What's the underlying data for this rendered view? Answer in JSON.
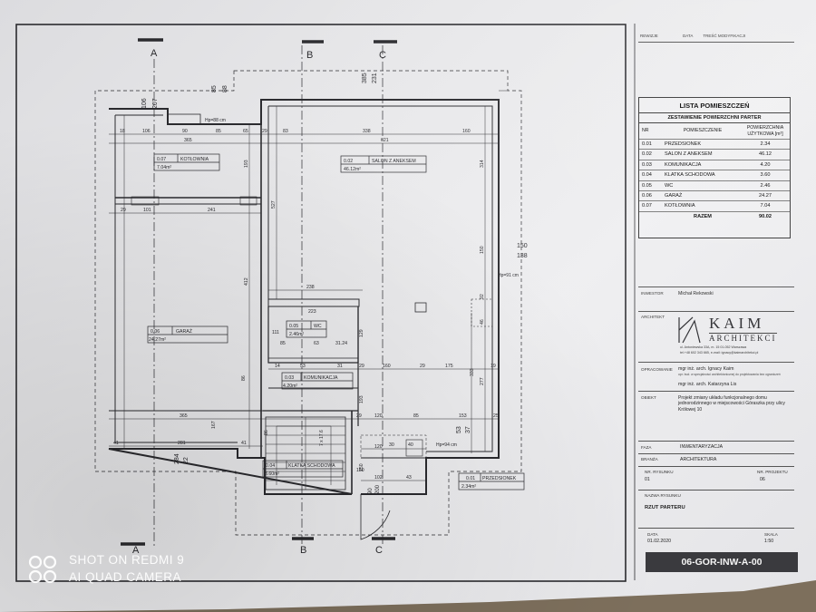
{
  "title_block": {
    "header_labels": [
      "REWIZJE",
      "DATA",
      "TREŚĆ MODYFIKACJI"
    ],
    "room_list_title": "LISTA POMIESZCZEŃ",
    "room_list_subtitle": "ZESTAWIENIE POWIERZCHNI PARTER",
    "col_nr": "NR",
    "col_room": "POMIESZCZENIE",
    "col_area_1": "POWIERZCHNIA",
    "col_area_2": "UŻYTKOWA [m²]",
    "rooms": [
      {
        "nr": "0.01",
        "name": "PRZEDSIONEK",
        "area": "2.34"
      },
      {
        "nr": "0.02",
        "name": "SALON Z ANEKSEM",
        "area": "46.12"
      },
      {
        "nr": "0.03",
        "name": "KOMUNIKACJA",
        "area": "4.20"
      },
      {
        "nr": "0.04",
        "name": "KLATKA SCHODOWA",
        "area": "3.60"
      },
      {
        "nr": "0.05",
        "name": "WC",
        "area": "2.46"
      },
      {
        "nr": "0.06",
        "name": "GARAŻ",
        "area": "24.27"
      },
      {
        "nr": "0.07",
        "name": "KOTŁOWNIA",
        "area": "7.04"
      }
    ],
    "total_label": "RAZEM",
    "total_value": "90.02",
    "investor_label": "INWESTOR",
    "investor_value": "Michał Rekowski",
    "architect_label": "ARCHITEKT",
    "logo_top": "KAIM",
    "logo_bottom": "ARCHITEKCI",
    "logo_address": "ul. Antoniewska 33A, m. 15      01-052 Warszawa",
    "logo_contact": "tel.+48 602 343 665, e-mail: ignacy@kaimarchitekci.pl",
    "prepared_label": "OPRACOWANIE",
    "prepared_1": "mgr inż. arch. Ignacy Kaim",
    "prepared_2": "upr. bud. w specjalności architektonicznej do projektowania bez ograniczeń",
    "prepared_3": "mgr inż. arch. Katarzyna Lis",
    "object_label": "OBIEKT",
    "object_value": "Projekt zmiany układu funkcjonalnego domu jednorodzinnego w miejscowości Góraszka przy ulicy Królowej 10",
    "phase_label": "FAZA",
    "phase_value": "INWENTARYZACJA",
    "branch_label": "BRANŻA",
    "branch_value": "ARCHITEKTURA",
    "drawing_no_label": "NR. RYSUNKU",
    "drawing_no_value": "01",
    "project_no_label": "NR. PROJEKTU",
    "project_no_value": "06",
    "drawing_name_label": "NAZWA RYSUNKU",
    "drawing_name_value": "RZUT PARTERU",
    "date_label": "DATA",
    "date_value": "01.02.2020",
    "scale_label": "SKALA",
    "scale_value": "1:50",
    "drawing_code": "06-GOR-INW-A-00"
  },
  "plan": {
    "section_marks": [
      "A",
      "B",
      "C",
      "A",
      "B",
      "C"
    ],
    "room_tags": [
      {
        "nr": "0.07",
        "name": "KOTŁOWNIA",
        "area": "7.04m²"
      },
      {
        "nr": "0.02",
        "name": "SALON Z ANEKSEM",
        "area": "46.12m²"
      },
      {
        "nr": "0.06",
        "name": "GARAŻ",
        "area": "24.27m²"
      },
      {
        "nr": "0.05",
        "name": "WC",
        "area": "2.46m²"
      },
      {
        "nr": "0.03",
        "name": "KOMUNIKACJA",
        "area": "4.20m²"
      },
      {
        "nr": "0.04",
        "name": "KLATKA SCHODOWA",
        "area": "3.60m²"
      },
      {
        "nr": "0.01",
        "name": "PRZEDSIONEK",
        "area": "2.34m²"
      }
    ],
    "dims_top": [
      "18",
      "106",
      "90",
      "85",
      "65",
      "29",
      "83",
      "338",
      "160"
    ],
    "dims_row2": [
      "365",
      "621"
    ],
    "dims_misc": [
      "29",
      "101",
      "241",
      "238",
      "223",
      "111",
      "85",
      "63",
      "31.24",
      "14",
      "53",
      "31",
      "29",
      "160",
      "29",
      "175",
      "19",
      "365",
      "29",
      "120",
      "85",
      "153",
      "25",
      "41",
      "281",
      "41",
      "30",
      "40",
      "102",
      "43",
      "120",
      "150"
    ],
    "dims_vertical": [
      "106",
      "207",
      "85",
      "88",
      "385",
      "231",
      "193",
      "527",
      "314",
      "150",
      "412",
      "92",
      "46",
      "129",
      "86",
      "333",
      "277",
      "193",
      "167",
      "86",
      "53",
      "37",
      "284",
      "22",
      "150",
      "150",
      "138",
      "200",
      "90"
    ],
    "heights": [
      "Hp=88 cm",
      "Hp=91 cm",
      "Hp=94 cm"
    ],
    "stair_label": "7 x 17.6"
  },
  "watermark": {
    "line1": "SHOT ON REDMI 9",
    "line2": "AI QUAD CAMERA"
  }
}
